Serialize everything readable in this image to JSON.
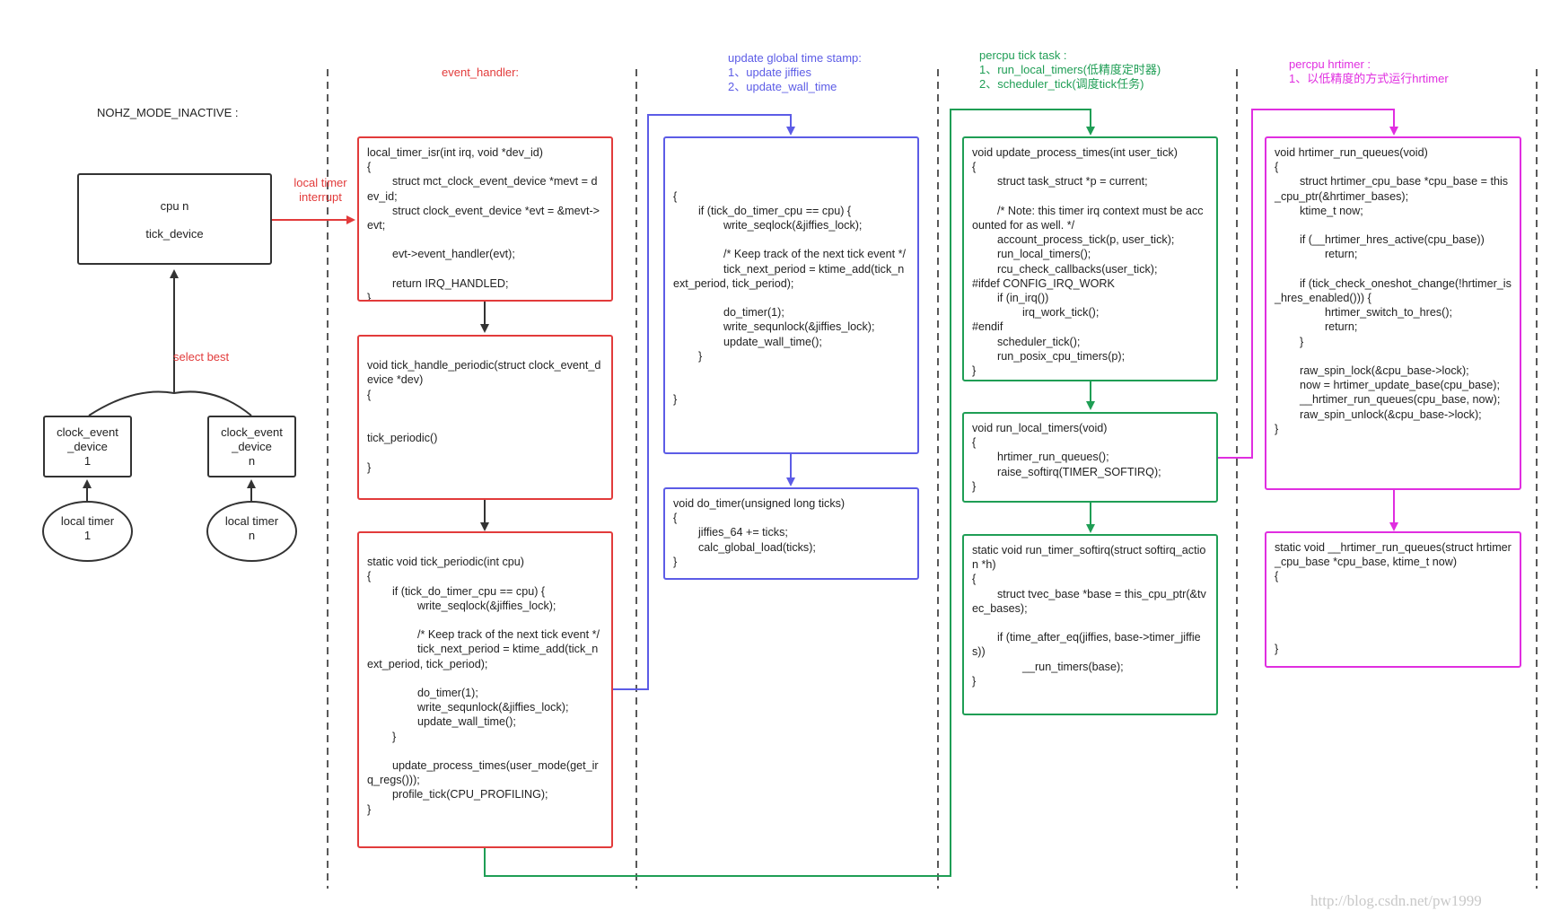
{
  "mode_title": "NOHZ_MODE_INACTIVE :",
  "cpu": {
    "line1": "cpu n",
    "line2": "tick_device"
  },
  "clock_event_devices": [
    {
      "label": "clock_event\n_device\n1"
    },
    {
      "label": "clock_event\n_device\nn"
    }
  ],
  "local_timers": [
    {
      "label": "local timer\n1"
    },
    {
      "label": "local timer\nn"
    }
  ],
  "annotations": {
    "select_best": "select best",
    "local_timer_interrupt_1": "local timer",
    "local_timer_interrupt_2": "interrupt"
  },
  "column_headers": {
    "event_handler": "event_handler:",
    "update_global": {
      "title": "update global time stamp:",
      "item1": "1、update jiffies",
      "item2": "2、update_wall_time"
    },
    "percpu_tick": {
      "title": "percpu tick task :",
      "item1": "1、run_local_timers(低精度定时器)",
      "item2": "2、scheduler_tick(调度tick任务)"
    },
    "percpu_hrtimer": {
      "title": "percpu hrtimer :",
      "item1": "1、以低精度的方式运行hrtimer"
    }
  },
  "code_boxes": {
    "local_timer_isr": "local_timer_isr(int irq, void *dev_id)\n{\n        struct mct_clock_event_device *mevt = dev_id;\n        struct clock_event_device *evt = &mevt->evt;\n\n        evt->event_handler(evt);\n\n        return IRQ_HANDLED;\n}",
    "tick_handle_periodic": "\nvoid tick_handle_periodic(struct clock_event_device *dev)\n{\n\n\ntick_periodic()\n\n}",
    "tick_periodic": "\nstatic void tick_periodic(int cpu)\n{\n        if (tick_do_timer_cpu == cpu) {\n                write_seqlock(&jiffies_lock);\n\n                /* Keep track of the next tick event */\n                tick_next_period = ktime_add(tick_next_period, tick_period);\n\n                do_timer(1);\n                write_sequnlock(&jiffies_lock);\n                update_wall_time();\n        }\n\n        update_process_times(user_mode(get_irq_regs()));\n        profile_tick(CPU_PROFILING);\n}",
    "update_global_block": "\n\n\n{\n        if (tick_do_timer_cpu == cpu) {\n                write_seqlock(&jiffies_lock);\n\n                /* Keep track of the next tick event */\n                tick_next_period = ktime_add(tick_next_period, tick_period);\n\n                do_timer(1);\n                write_sequnlock(&jiffies_lock);\n                update_wall_time();\n        }\n\n\n}",
    "do_timer": "void do_timer(unsigned long ticks)\n{\n        jiffies_64 += ticks;\n        calc_global_load(ticks);\n}",
    "update_process_times": "void update_process_times(int user_tick)\n{\n        struct task_struct *p = current;\n\n        /* Note: this timer irq context must be accounted for as well. */\n        account_process_tick(p, user_tick);\n        run_local_timers();\n        rcu_check_callbacks(user_tick);\n#ifdef CONFIG_IRQ_WORK\n        if (in_irq())\n                irq_work_tick();\n#endif\n        scheduler_tick();\n        run_posix_cpu_timers(p);\n}",
    "run_local_timers": "void run_local_timers(void)\n{\n        hrtimer_run_queues();\n        raise_softirq(TIMER_SOFTIRQ);\n}",
    "run_timer_softirq": "static void run_timer_softirq(struct softirq_action *h)\n{\n        struct tvec_base *base = this_cpu_ptr(&tvec_bases);\n\n        if (time_after_eq(jiffies, base->timer_jiffies))\n                __run_timers(base);\n}",
    "hrtimer_run_queues": "void hrtimer_run_queues(void)\n{\n        struct hrtimer_cpu_base *cpu_base = this_cpu_ptr(&hrtimer_bases);\n        ktime_t now;\n\n        if (__hrtimer_hres_active(cpu_base))\n                return;\n\n        if (tick_check_oneshot_change(!hrtimer_is_hres_enabled())) {\n                hrtimer_switch_to_hres();\n                return;\n        }\n\n        raw_spin_lock(&cpu_base->lock);\n        now = hrtimer_update_base(cpu_base);\n        __hrtimer_run_queues(cpu_base, now);\n        raw_spin_unlock(&cpu_base->lock);\n}",
    "__hrtimer_run_queues": "static void __hrtimer_run_queues(struct hrtimer_cpu_base *cpu_base, ktime_t now)\n{\n\n\n\n\n}"
  },
  "watermark": "http://blog.csdn.net/pw1999",
  "colors": {
    "red": "#e23b3b",
    "blue": "#5c5ce6",
    "green": "#1f9e55",
    "magenta": "#e02ee0",
    "black": "#333333"
  }
}
